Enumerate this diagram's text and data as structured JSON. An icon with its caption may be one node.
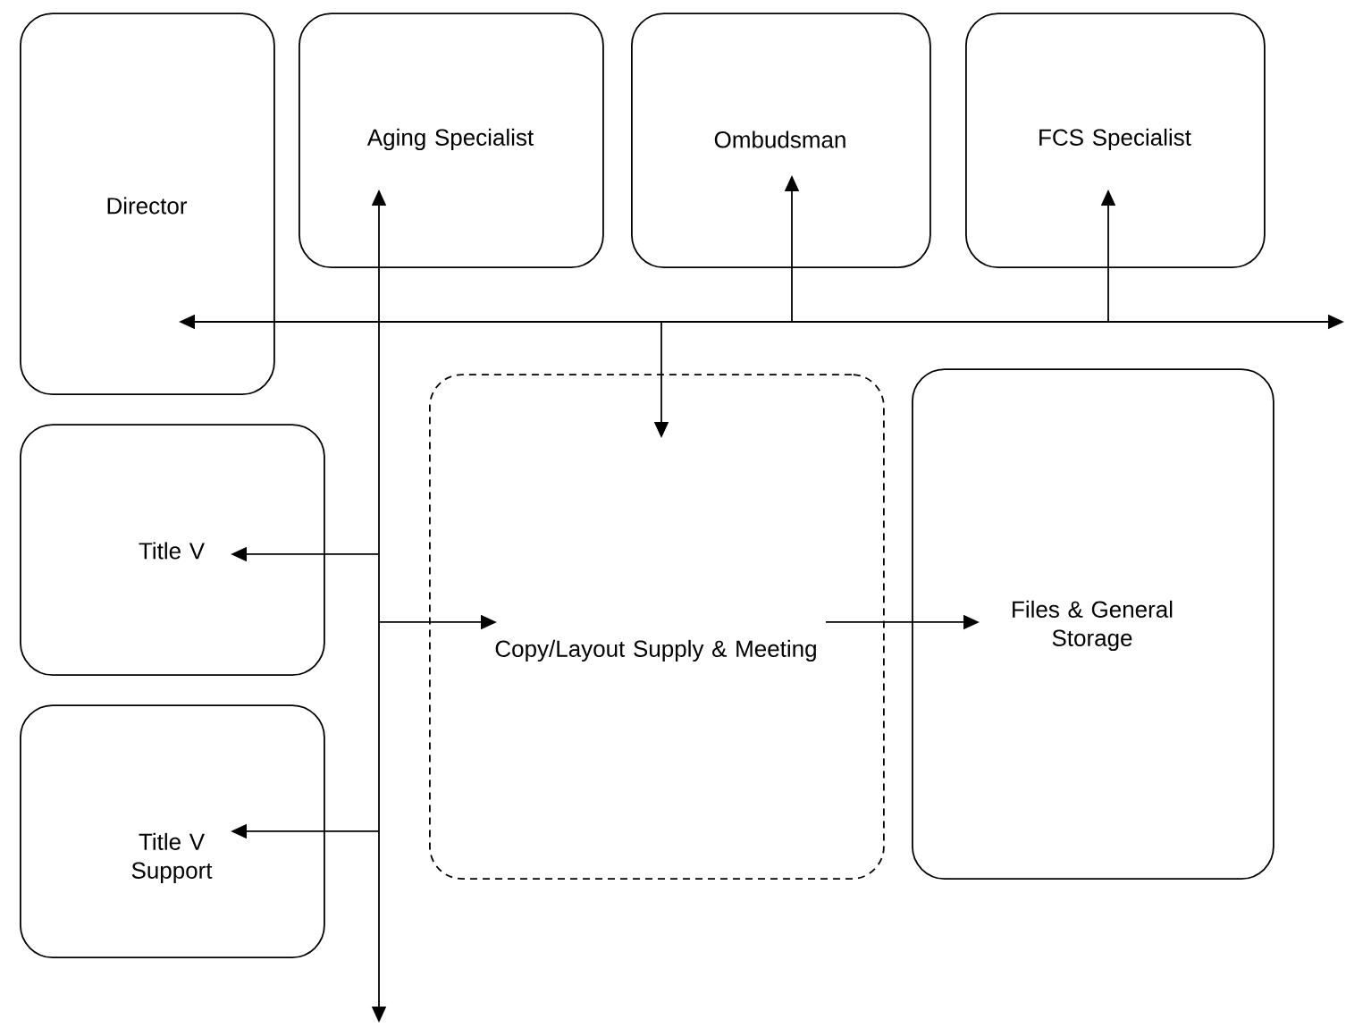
{
  "diagram": {
    "nodes": [
      {
        "text": [
          "Director"
        ]
      },
      {
        "text": [
          "Aging Specialist"
        ]
      },
      {
        "text": [
          "Ombudsman"
        ]
      },
      {
        "text": [
          "FCS Specialist"
        ]
      },
      {
        "text": [
          "Title V"
        ]
      },
      {
        "text": [
          "Copy/Layout Supply & Meeting"
        ]
      },
      {
        "text": [
          "Files & General Storage"
        ]
      },
      {
        "text": [
          "Title V Support"
        ]
      }
    ],
    "edges": [
      {
        "from": 0,
        "to": null,
        "arrow": "both"
      },
      {
        "from": 1,
        "to": null,
        "arrow": "both"
      },
      {
        "from": null,
        "to": 2,
        "arrow": "to"
      },
      {
        "from": null,
        "to": 3,
        "arrow": "to"
      },
      {
        "from": null,
        "to": 5,
        "arrow": "to"
      },
      {
        "from": null,
        "to": 4,
        "arrow": "to"
      },
      {
        "from": null,
        "to": 5,
        "arrow": "to"
      },
      {
        "from": null,
        "to": 7,
        "arrow": "to"
      },
      {
        "from": 5,
        "to": 6,
        "arrow": "to"
      }
    ]
  }
}
